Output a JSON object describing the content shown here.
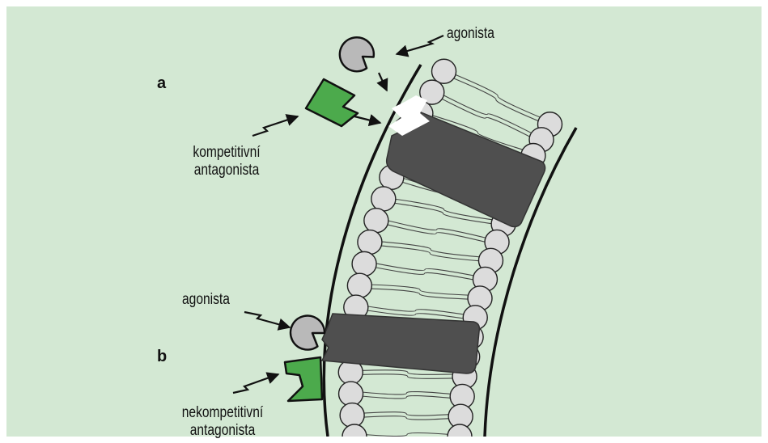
{
  "labels": {
    "panel_a": "a",
    "panel_b": "b",
    "agonist_a": "agonista",
    "competitive_line1": "kompetitivní",
    "competitive_line2": "antagonista",
    "agonist_b": "agonista",
    "noncompetitive_line1": "nekompetitivní",
    "noncompetitive_line2": "antagonista"
  },
  "colors": {
    "background": "#d3e8d3",
    "receptor": "#4f4f4f",
    "agonist_fill": "#b9b9b9",
    "antagonist_fill": "#4caa4c",
    "phospholipid_head": "#dcdcdc",
    "membrane_outline": "#111111"
  }
}
